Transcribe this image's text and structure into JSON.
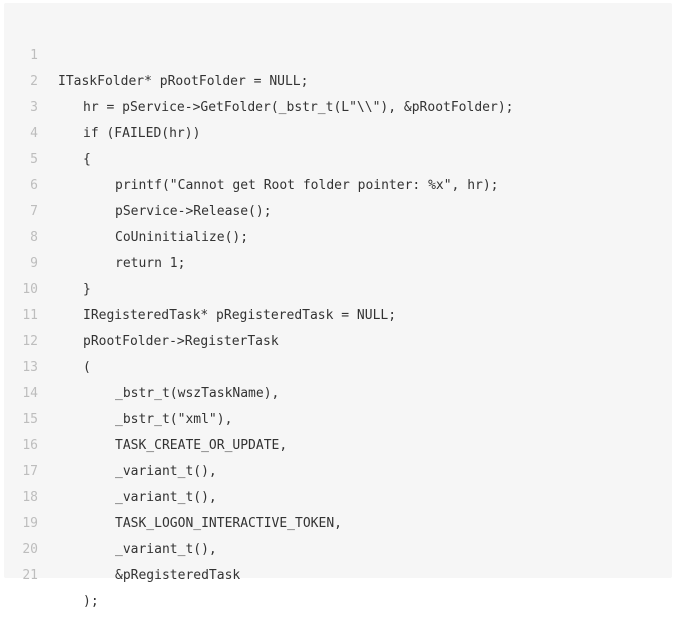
{
  "code": {
    "lines": [
      {
        "number": "1",
        "text": "ITaskFolder* pRootFolder = NULL;"
      },
      {
        "number": "2",
        "text": "hr = pService->GetFolder(_bstr_t(L\"\\\\\"), &pRootFolder);"
      },
      {
        "number": "3",
        "text": "if (FAILED(hr))"
      },
      {
        "number": "4",
        "text": "{"
      },
      {
        "number": "5",
        "text": "printf(\"Cannot get Root folder pointer: %x\", hr);"
      },
      {
        "number": "6",
        "text": "pService->Release();"
      },
      {
        "number": "7",
        "text": "CoUninitialize();"
      },
      {
        "number": "8",
        "text": "return 1;"
      },
      {
        "number": "9",
        "text": "}"
      },
      {
        "number": "10",
        "text": "IRegisteredTask* pRegisteredTask = NULL;"
      },
      {
        "number": "11",
        "text": "pRootFolder->RegisterTask"
      },
      {
        "number": "12",
        "text": "("
      },
      {
        "number": "13",
        "text": "_bstr_t(wszTaskName),"
      },
      {
        "number": "14",
        "text": "_bstr_t(\"xml\"),"
      },
      {
        "number": "15",
        "text": "TASK_CREATE_OR_UPDATE,"
      },
      {
        "number": "16",
        "text": "_variant_t(),"
      },
      {
        "number": "17",
        "text": "_variant_t(),"
      },
      {
        "number": "18",
        "text": "TASK_LOGON_INTERACTIVE_TOKEN,"
      },
      {
        "number": "19",
        "text": "_variant_t(),"
      },
      {
        "number": "20",
        "text": "&pRegisteredTask"
      },
      {
        "number": "21",
        "text": ");"
      }
    ]
  },
  "colors": {
    "background": "#f6f6f6",
    "code_text": "#333333",
    "line_number": "#bdbdbd"
  }
}
